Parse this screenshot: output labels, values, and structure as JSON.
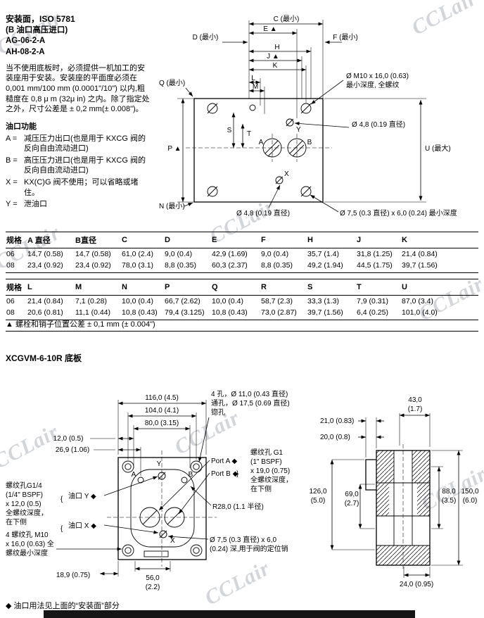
{
  "watermark": "CCLair",
  "intro": {
    "title": "安装面，ISO 5781",
    "subtitle": "(B 油口高压进口)",
    "model1": "AG-06-2-A",
    "model2": "AH-08-2-A",
    "body": "当不使用底板时，必须提供一机加工的安装座用于安装。安装座的平面度必须在 0,001 mm/100 mm (0.0001\"/10\") 以内,粗糙度在 0,8 μ m (32μ in) 之内。除了指定处之外，尺寸公差是 ± 0,2 mm(± 0.008\")。",
    "ports_heading": "油口功能",
    "ports": [
      {
        "key": "A =",
        "desc": "减压压力出口(也是用于 KXCG 阀的反向自由流动进口)"
      },
      {
        "key": "B =",
        "desc": "高压压力进口(也是用于 KXCG 阀的反向自由流动进口)"
      },
      {
        "key": "X =",
        "desc": "KX(C)G 阀不使用；可以省略或堵住。"
      },
      {
        "key": "Y =",
        "desc": "泄油口"
      }
    ]
  },
  "drawing1": {
    "dims": {
      "c": "C (最小)",
      "e": "E ▲",
      "d": "D (最小)",
      "f": "F (最小)",
      "h": "H",
      "j": "J ▲",
      "k": "K",
      "l": "L",
      "m": "M",
      "q": "Q (最小)",
      "s": "S",
      "t": "T",
      "p": "P ▲",
      "u": "U (最大)",
      "n": "N (最小)"
    },
    "callouts": {
      "m10a": "Ø M10 x 16,0 (0.63)",
      "m10b": "最小深度, 全螺纹",
      "d48a": "Ø 4,8 (0.19 直径)",
      "d48b": "Ø 4,8 (0.19 直径)",
      "d75": "Ø 7,5 (0.3 直径) x 6,0 (0.24) 最小深度"
    },
    "letters": {
      "y": "Y",
      "a": "A",
      "b": "B",
      "x": "X"
    }
  },
  "tables": {
    "t1": {
      "headers": [
        "规格",
        "A 直径",
        "B直径",
        "C",
        "D",
        "E",
        "F",
        "H",
        "J",
        "K"
      ],
      "rows": [
        [
          "06",
          "14,7 (0.58)",
          "14,7 (0.58)",
          "61,0 (2.4)",
          "9,0 (0.4)",
          "42,9 (1.69)",
          "9,0 (0.4)",
          "35,7 (1.4)",
          "31,8 (1.25)",
          "21,4 (0.84)"
        ],
        [
          "08",
          "23,4 (0.92)",
          "23,4 (0.92)",
          "78,0 (3.1)",
          "8,8 (0.35)",
          "60,3 (2.37)",
          "8,8 (0.35)",
          "49,2 (1.94)",
          "44,5 (1.75)",
          "39,7 (1.56)"
        ]
      ]
    },
    "t2": {
      "headers": [
        "规格",
        "L",
        "M",
        "N",
        "P",
        "Q",
        "R",
        "S",
        "T",
        "U"
      ],
      "rows": [
        [
          "06",
          "21,4 (0.84)",
          "7,1 (0.28)",
          "10,0 (0.4)",
          "66,7 (2.62)",
          "10,0 (0.4)",
          "58,7 (2.3)",
          "33,3 (1.3)",
          "7,9 (0.31)",
          "87,0 (3.4)"
        ],
        [
          "08",
          "20,6 (0.81)",
          "11,1 (0.44)",
          "10,8 (0.43)",
          "79,4 (3.125)",
          "10,8 (0.43)",
          "73,0 (2.87)",
          "39,7 (1.56)",
          "6,4 (0.25)",
          "101,0 (4.0)"
        ]
      ]
    },
    "note": "▲  螺栓和销子位置公差 ± 0,1 mm (± 0.004\")"
  },
  "subplate": {
    "heading": "XCGVM-6-10R 底板",
    "brace_l": "{",
    "brace_r": "}",
    "dims": {
      "w116": "116,0 (4.5)",
      "w104": "104,0 (4.1)",
      "w80": "80,0 (3.15)",
      "w12": "12,0 (0.5)",
      "w269": "26,9 (1.06)",
      "w189": "18,9 (0.75)",
      "w56a": "56,0",
      "w56b": "(2.2)",
      "w43a": "43,0",
      "w43b": "(1.7)",
      "w21": "21,0 (0.83)",
      "w20": "20,0 (0.8)",
      "h126a": "126,0",
      "h126b": "(5.0)",
      "h69a": "69,0",
      "h69b": "(2.7)",
      "h88a": "88,0",
      "h88b": "(3.5)",
      "h150a": "150,0",
      "h150b": "(6.0)",
      "w24": "24,0 (0.95)"
    },
    "callouts": {
      "holes1": "4 孔，Ø 11,0 (0.43 直径)",
      "holes2": "通孔，Ø 17,5 (0.69 直径)",
      "holes3": "锪孔",
      "g14_1": "螺纹孔G1/4",
      "g14_2": "(1/4\" BSPF)",
      "g14_3": "x 12,0 (0.5)",
      "g14_4": "全螺纹深度，",
      "g14_5": "在下侧",
      "oil_y": "油口 Y ◆",
      "oil_x": "油口 X ◆",
      "port_a": "Port A ◆",
      "port_b": "Port B ◆",
      "g1_1": "螺纹孔 G1",
      "g1_2": "(1\" BSPF)",
      "g1_3": "x 19,0 (0.75)",
      "g1_4": "全螺纹深度，",
      "g1_5": "在下侧",
      "r28": "R28,0 (1.1 半径)",
      "m10_1": "4 螺纹孔 M10",
      "m10_2": "x 16,0 (0.63) 全",
      "m10_3": "螺纹最小深度",
      "pin1": "Ø 7,5 (0.3 直径) x 6,0",
      "pin2": "(0.24) 深,用于阀的定位销"
    },
    "letters": {
      "y": "Y",
      "a": "A",
      "b": "B",
      "x": "X"
    }
  },
  "footnote": "◆ 油口用法见上面的“安装面”部分"
}
